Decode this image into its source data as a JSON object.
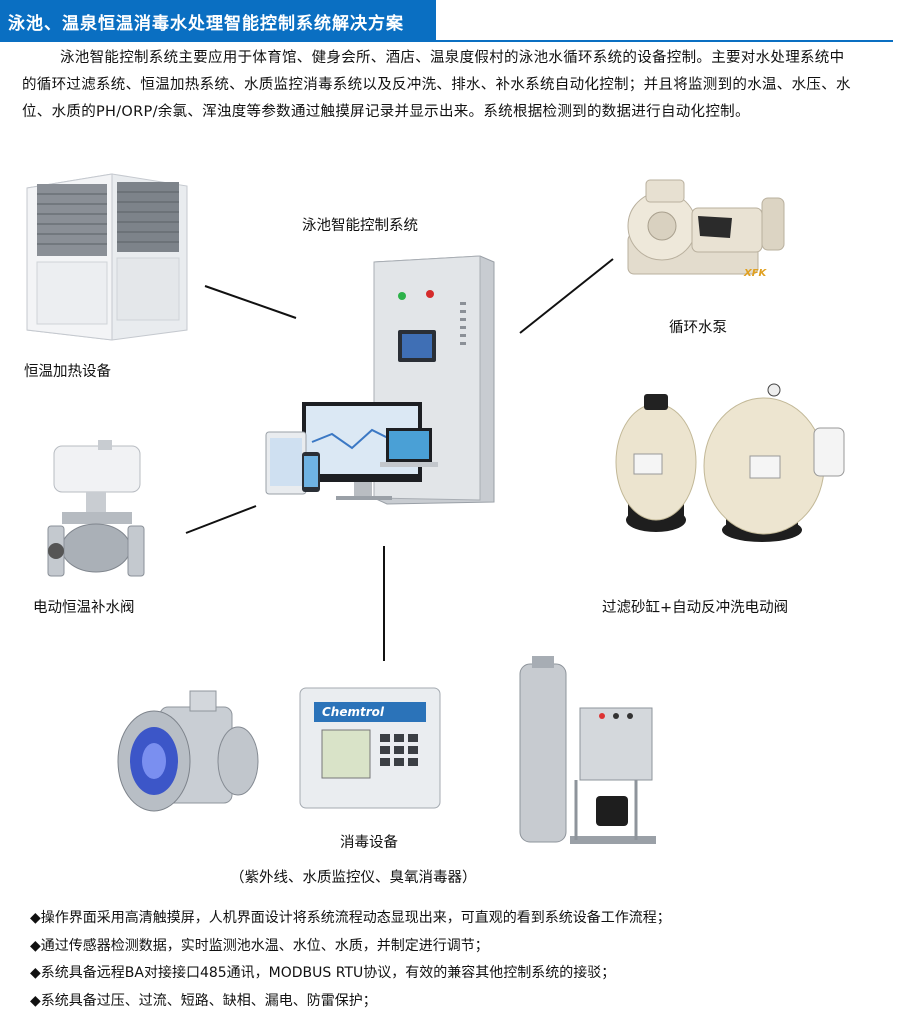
{
  "header": {
    "title": "泳池、温泉恒温消毒水处理智能控制系统解决方案"
  },
  "intro": {
    "text": "泳池智能控制系统主要应用于体育馆、健身会所、酒店、温泉度假村的泳池水循环系统的设备控制。主要对水处理系统中的循环过滤系统、恒温加热系统、水质监控消毒系统以及反冲洗、排水、补水系统自动化控制；并且将监测到的水温、水压、水位、水质的PH/ORP/余氯、浑浊度等参数通过触摸屏记录并显示出来。系统根据检测到的数据进行自动化控制。"
  },
  "diagram": {
    "center_label": "泳池智能控制系统",
    "heater_label": "恒温加热设备",
    "pump_label": "循环水泵",
    "pump_brand": "XFK",
    "valve_label": "电动恒温补水阀",
    "filter_label": "过滤砂缸+自动反冲洗电动阀",
    "disinfect_label": "消毒设备",
    "disinfect_sub": "（紫外线、水质监控仪、臭氧消毒器）",
    "monitor_brand": "Chemtrol"
  },
  "features": [
    "◆操作界面采用高清触摸屏，人机界面设计将系统流程动态显现出来，可直观的看到系统设备工作流程；",
    "◆通过传感器检测数据，实时监测池水温、水位、水质，并制定进行调节；",
    "◆系统具备远程BA对接接口485通讯，MODBUS RTU协议，有效的兼容其他控制系统的接驳；",
    "◆系统具备过压、过流、短路、缺相、漏电、防雷保护；"
  ],
  "colors": {
    "title_bg": "#0a6fc2",
    "title_text": "#ffffff",
    "connector": "#111111"
  }
}
